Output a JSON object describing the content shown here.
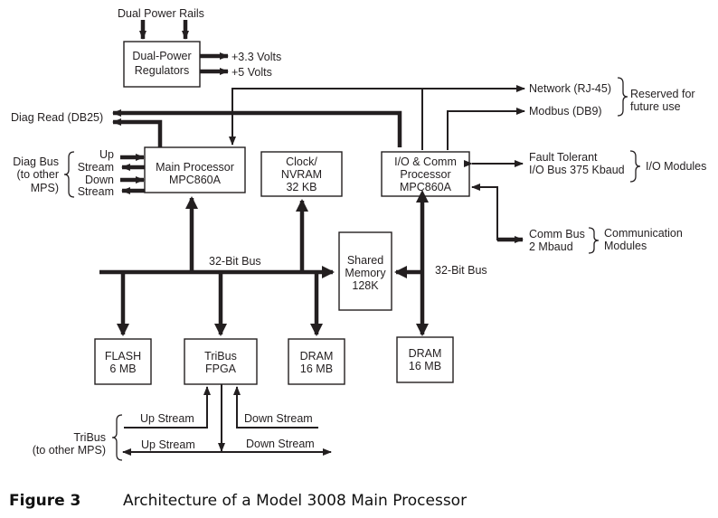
{
  "diagram": {
    "power": {
      "input_label": "Dual Power Rails",
      "regulator": [
        "Dual-Power",
        "Regulators"
      ],
      "outputs": [
        "+3.3 Volts",
        "+5 Volts"
      ]
    },
    "diag_read": "Diag Read (DB25)",
    "diag_bus": {
      "group_label": [
        "Diag Bus",
        "(to other",
        "MPS)"
      ],
      "lines": [
        "Up",
        "Stream",
        "Down",
        "Stream"
      ]
    },
    "main_processor": [
      "Main Processor",
      "MPC860A"
    ],
    "clock_nvram": [
      "Clock/",
      "NVRAM",
      "32 KB"
    ],
    "io_processor": [
      "I/O & Comm",
      "Processor",
      "MPC860A"
    ],
    "network": {
      "items": [
        "Network (RJ-45)",
        "Modbus (DB9)"
      ],
      "group_label": [
        "Reserved for",
        "future use"
      ]
    },
    "io_bus": {
      "label": [
        "Fault Tolerant",
        "I/O Bus 375 Kbaud"
      ],
      "group_label": "I/O Modules"
    },
    "comm_bus": {
      "label": [
        "Comm Bus",
        "2 Mbaud"
      ],
      "group_label": [
        "Communication",
        "Modules"
      ]
    },
    "bus_left_label": "32-Bit Bus",
    "bus_right_label": "32-Bit Bus",
    "shared_memory": [
      "Shared",
      "Memory",
      "128K"
    ],
    "flash": [
      "FLASH",
      "6 MB"
    ],
    "tribus_fpga": [
      "TriBus",
      "FPGA"
    ],
    "dram_left": [
      "DRAM",
      "16 MB"
    ],
    "dram_right": [
      "DRAM",
      "16 MB"
    ],
    "tribus": {
      "group_label": [
        "TriBus",
        "(to other MPS)"
      ],
      "upper_up": "Up Stream",
      "upper_down": "Down Stream",
      "lower_up": "Up Stream",
      "lower_down": "Down Stream"
    }
  },
  "caption": {
    "number": "Figure 3",
    "title": "Architecture of a Model 3008 Main Processor"
  }
}
